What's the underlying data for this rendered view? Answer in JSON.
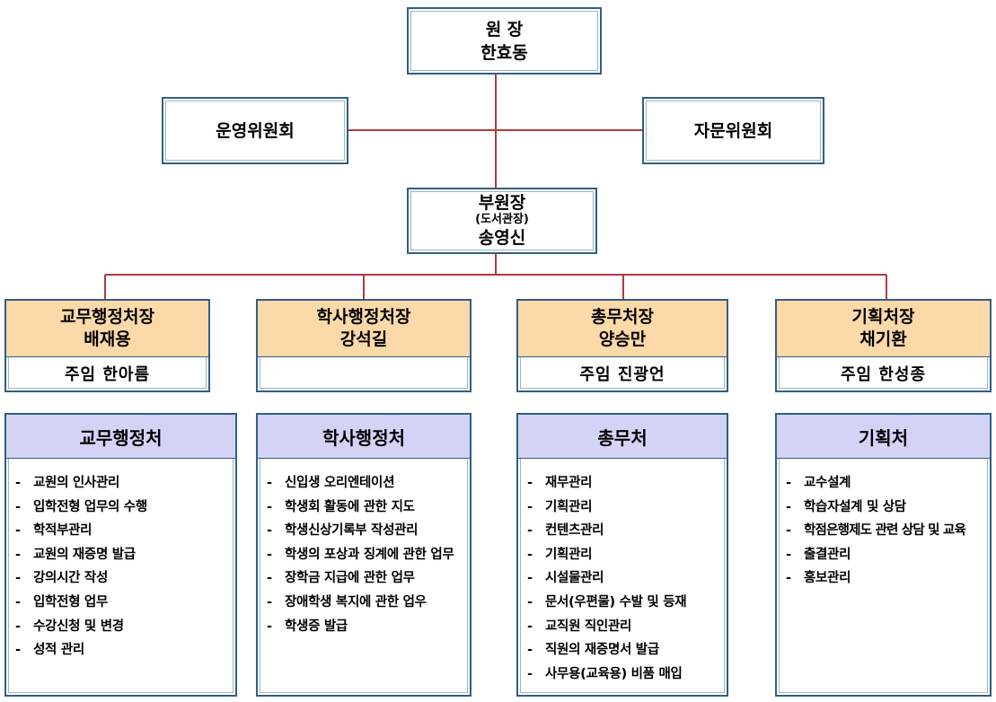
{
  "director": {
    "title": "원 장",
    "name": "한효동"
  },
  "committees": {
    "left": "운영위원회",
    "right": "자문위원회"
  },
  "vice": {
    "title": "부원장",
    "note": "(도서관장)",
    "name": "송영신"
  },
  "departments": [
    {
      "title": "교무행정처장",
      "name": "배재용",
      "chief": "주임 한아름"
    },
    {
      "title": "학사행정처장",
      "name": "강석길",
      "chief": ""
    },
    {
      "title": "총무처장",
      "name": "양승만",
      "chief": "주임 진광언"
    },
    {
      "title": "기획처장",
      "name": "채기환",
      "chief": "주임 한성종"
    }
  ],
  "units": [
    {
      "title": "교무행정처",
      "items": [
        "교원의 인사관리",
        "입학전형 업무의 수행",
        "학적부관리",
        "교원의 재증명 발급",
        "강의시간 작성",
        "입학전형 업무",
        "수강신청 및 변경",
        "성적 관리"
      ]
    },
    {
      "title": "학사행정처",
      "items": [
        "신입생 오리엔테이션",
        "학생회 활동에 관한 지도",
        "학생신상기록부 작성관리",
        "학생의 포상과 징계에 관한 업무",
        "장학금 지급에 관한 업무",
        "장애학생 복지에 관한 업우",
        "학생증 발급"
      ]
    },
    {
      "title": "총무처",
      "items": [
        "재무관리",
        "기획관리",
        "컨텐츠관리",
        "기획관리",
        "시설물관리",
        "문서(우편물) 수발 및 등재",
        "교직원 직인관리",
        "직원의 재증명서 발급",
        "사무용(교육용) 비품 매입"
      ]
    },
    {
      "title": "기획처",
      "items": [
        "교수설계",
        "학습자설계 및 상담",
        "학점은행제도 관련 상담 및 교육",
        "출결관리",
        "홍보관리"
      ]
    }
  ],
  "colors": {
    "line": "#b03a3e",
    "border": "#2f5f86",
    "dept_header": "#fcd9a8",
    "unit_header": "#d3d3f6"
  }
}
